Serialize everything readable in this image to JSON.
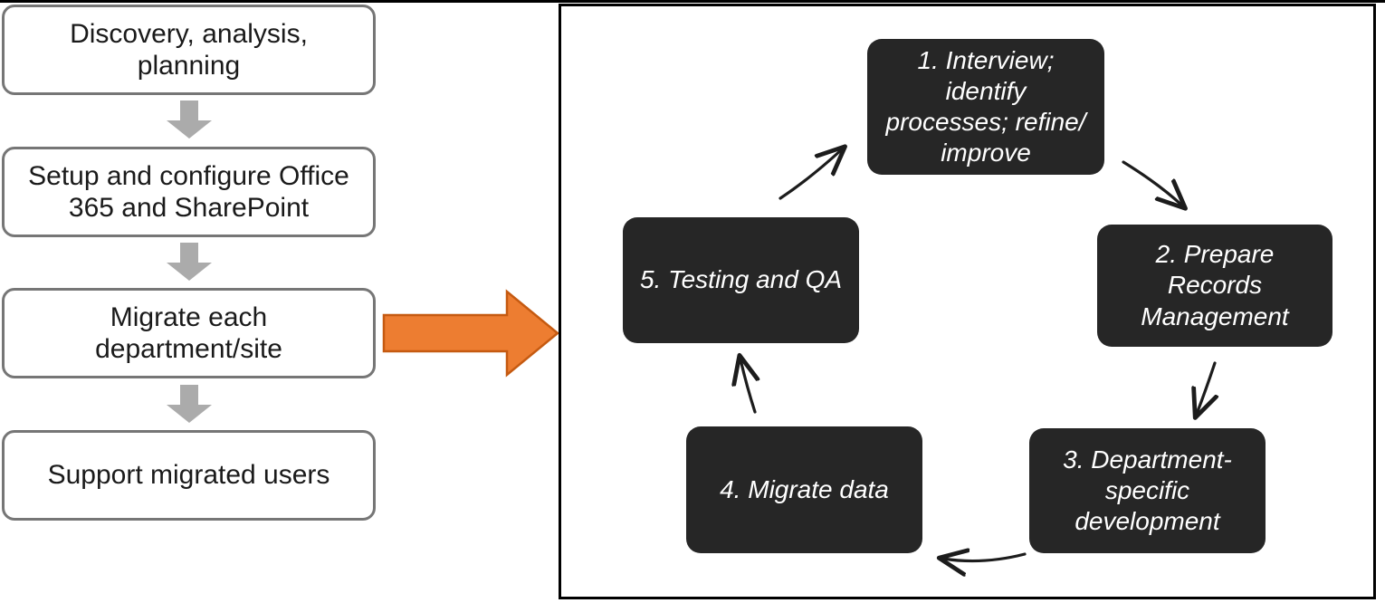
{
  "diagram": {
    "title_hidden": "",
    "colors": {
      "box_border_gray": "#767676",
      "connector_gray": "#ABABAB",
      "transition_orange": "#ED7D31",
      "transition_orange_border": "#C55A11",
      "cycle_box_fill": "#262626",
      "cycle_text": "#FFFFFF",
      "panel_border": "#000000",
      "left_text": "#1A1A1A"
    }
  },
  "left_flow": {
    "steps": [
      {
        "label": "Discovery, analysis,\nplanning"
      },
      {
        "label": "Setup and configure Office\n365 and SharePoint"
      },
      {
        "label": "Migrate each\ndepartment/site"
      },
      {
        "label": "Support migrated users"
      }
    ],
    "connectors": [
      {
        "name": "down-arrow-1"
      },
      {
        "name": "down-arrow-2"
      },
      {
        "name": "down-arrow-3"
      }
    ]
  },
  "transition": {
    "arrow_name": "orange-right-arrow",
    "direction": "right"
  },
  "cycle": {
    "steps": [
      {
        "label": "1. Interview;\nidentify\nprocesses; refine/\nimprove"
      },
      {
        "label": "2. Prepare\nRecords\nManagement"
      },
      {
        "label": "3. Department-\nspecific\ndevelopment"
      },
      {
        "label": "4. Migrate data"
      },
      {
        "label": "5. Testing and QA"
      }
    ],
    "connectors": [
      {
        "name": "curved-arrow-1-to-2"
      },
      {
        "name": "curved-arrow-2-to-3"
      },
      {
        "name": "curved-arrow-3-to-4"
      },
      {
        "name": "curved-arrow-4-to-5"
      },
      {
        "name": "curved-arrow-5-to-1"
      }
    ]
  }
}
